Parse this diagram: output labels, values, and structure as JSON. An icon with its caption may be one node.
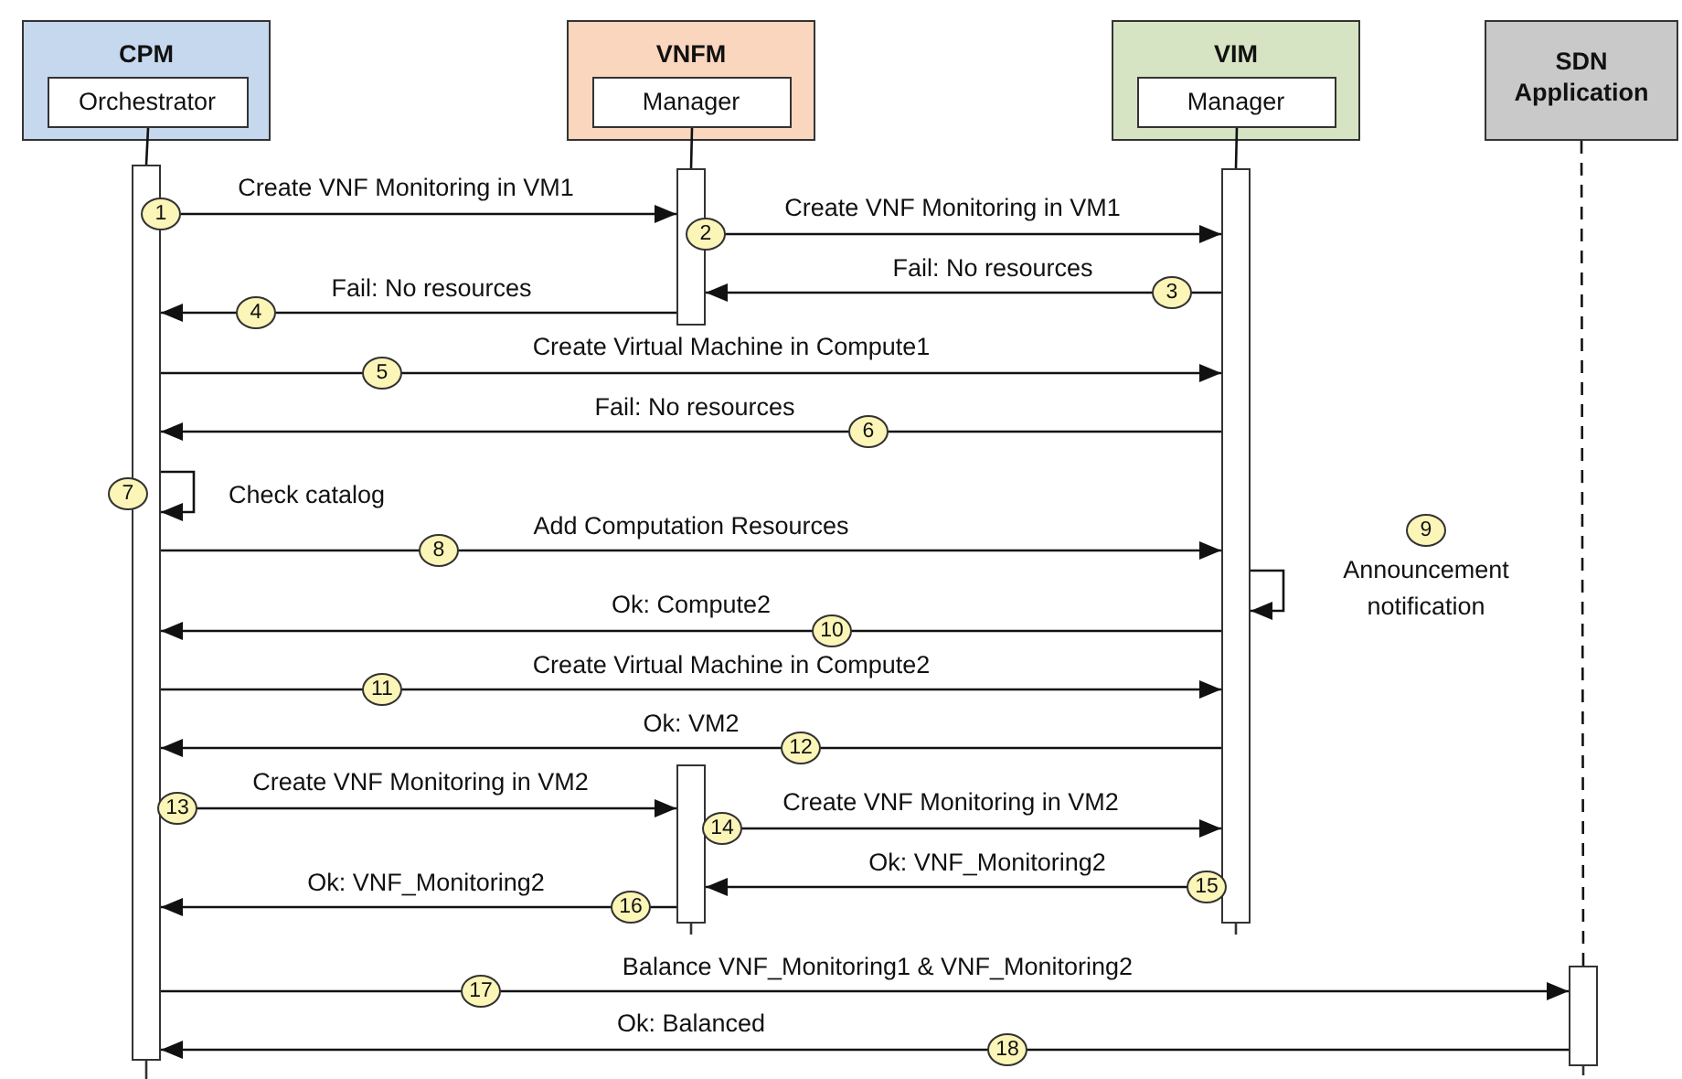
{
  "diagram": {
    "nodes": [
      {
        "text": [
          "CPM"
        ]
      },
      {
        "text": [
          "Orchestrator"
        ],
        "in": 0
      },
      {
        "text": [
          "VNFM"
        ]
      },
      {
        "text": [
          "Manager"
        ],
        "in": 2
      },
      {
        "text": [
          "VIM"
        ]
      },
      {
        "text": [
          "Manager"
        ],
        "in": 4
      },
      {
        "text": [
          "SDN Application"
        ]
      },
      {
        "text": [],
        "shape": "bar"
      },
      {
        "text": [],
        "shape": "bar"
      },
      {
        "text": [],
        "shape": "bar"
      },
      {
        "text": [],
        "shape": "bar"
      },
      {
        "text": [],
        "shape": "bar"
      }
    ],
    "edges": [
      {
        "from": 1,
        "to": 7,
        "arrow": "none"
      },
      {
        "from": 3,
        "to": 8,
        "arrow": "none"
      },
      {
        "from": 5,
        "to": 9,
        "arrow": "none"
      },
      {
        "from": 6,
        "to": 11,
        "arrow": "none",
        "style": "dashed"
      },
      {
        "from": 7,
        "to": 8,
        "arrow": "to",
        "label": "Create VNF Monitoring in VM1"
      },
      {
        "from": 8,
        "to": 9,
        "arrow": "to",
        "label": "Create VNF Monitoring in VM1"
      },
      {
        "from": 9,
        "to": 8,
        "arrow": "to",
        "label": "Fail: No resources"
      },
      {
        "from": 8,
        "to": 7,
        "arrow": "to",
        "label": "Fail: No resources"
      },
      {
        "from": 7,
        "to": 9,
        "arrow": "to",
        "label": "Create Virtual Machine in Compute1"
      },
      {
        "from": 9,
        "to": 7,
        "arrow": "to",
        "label": "Fail: No resources"
      },
      {
        "from": 7,
        "to": 7,
        "arrow": "to",
        "label": "Check catalog"
      },
      {
        "from": 7,
        "to": 9,
        "arrow": "to",
        "label": "Add Computation Resources"
      },
      {
        "from": 9,
        "to": 9,
        "arrow": "to",
        "label": "Announcement notification"
      },
      {
        "from": 9,
        "to": 7,
        "arrow": "to",
        "label": "Ok: Compute2"
      },
      {
        "from": 7,
        "to": 9,
        "arrow": "to",
        "label": "Create Virtual Machine in Compute2"
      },
      {
        "from": 9,
        "to": 7,
        "arrow": "to",
        "label": "Ok: VM2"
      },
      {
        "from": 7,
        "to": 10,
        "arrow": "to",
        "label": "Create VNF Monitoring in VM2"
      },
      {
        "from": 10,
        "to": 9,
        "arrow": "to",
        "label": "Create VNF Monitoring in VM2"
      },
      {
        "from": 9,
        "to": 10,
        "arrow": "to",
        "label": "Ok: VNF_Monitoring2"
      },
      {
        "from": 10,
        "to": 7,
        "arrow": "to",
        "label": "Ok: VNF_Monitoring2"
      },
      {
        "from": 7,
        "to": 11,
        "arrow": "to",
        "label": "Balance VNF_Monitoring1 & VNF_Monitoring2"
      },
      {
        "from": 11,
        "to": 7,
        "arrow": "to",
        "label": "Ok: Balanced"
      }
    ],
    "labels": [
      "1",
      "2",
      "3",
      "4",
      "5",
      "6",
      "7",
      "8",
      "9",
      "10",
      "11",
      "12",
      "13",
      "14",
      "15",
      "16",
      "17",
      "18"
    ]
  }
}
